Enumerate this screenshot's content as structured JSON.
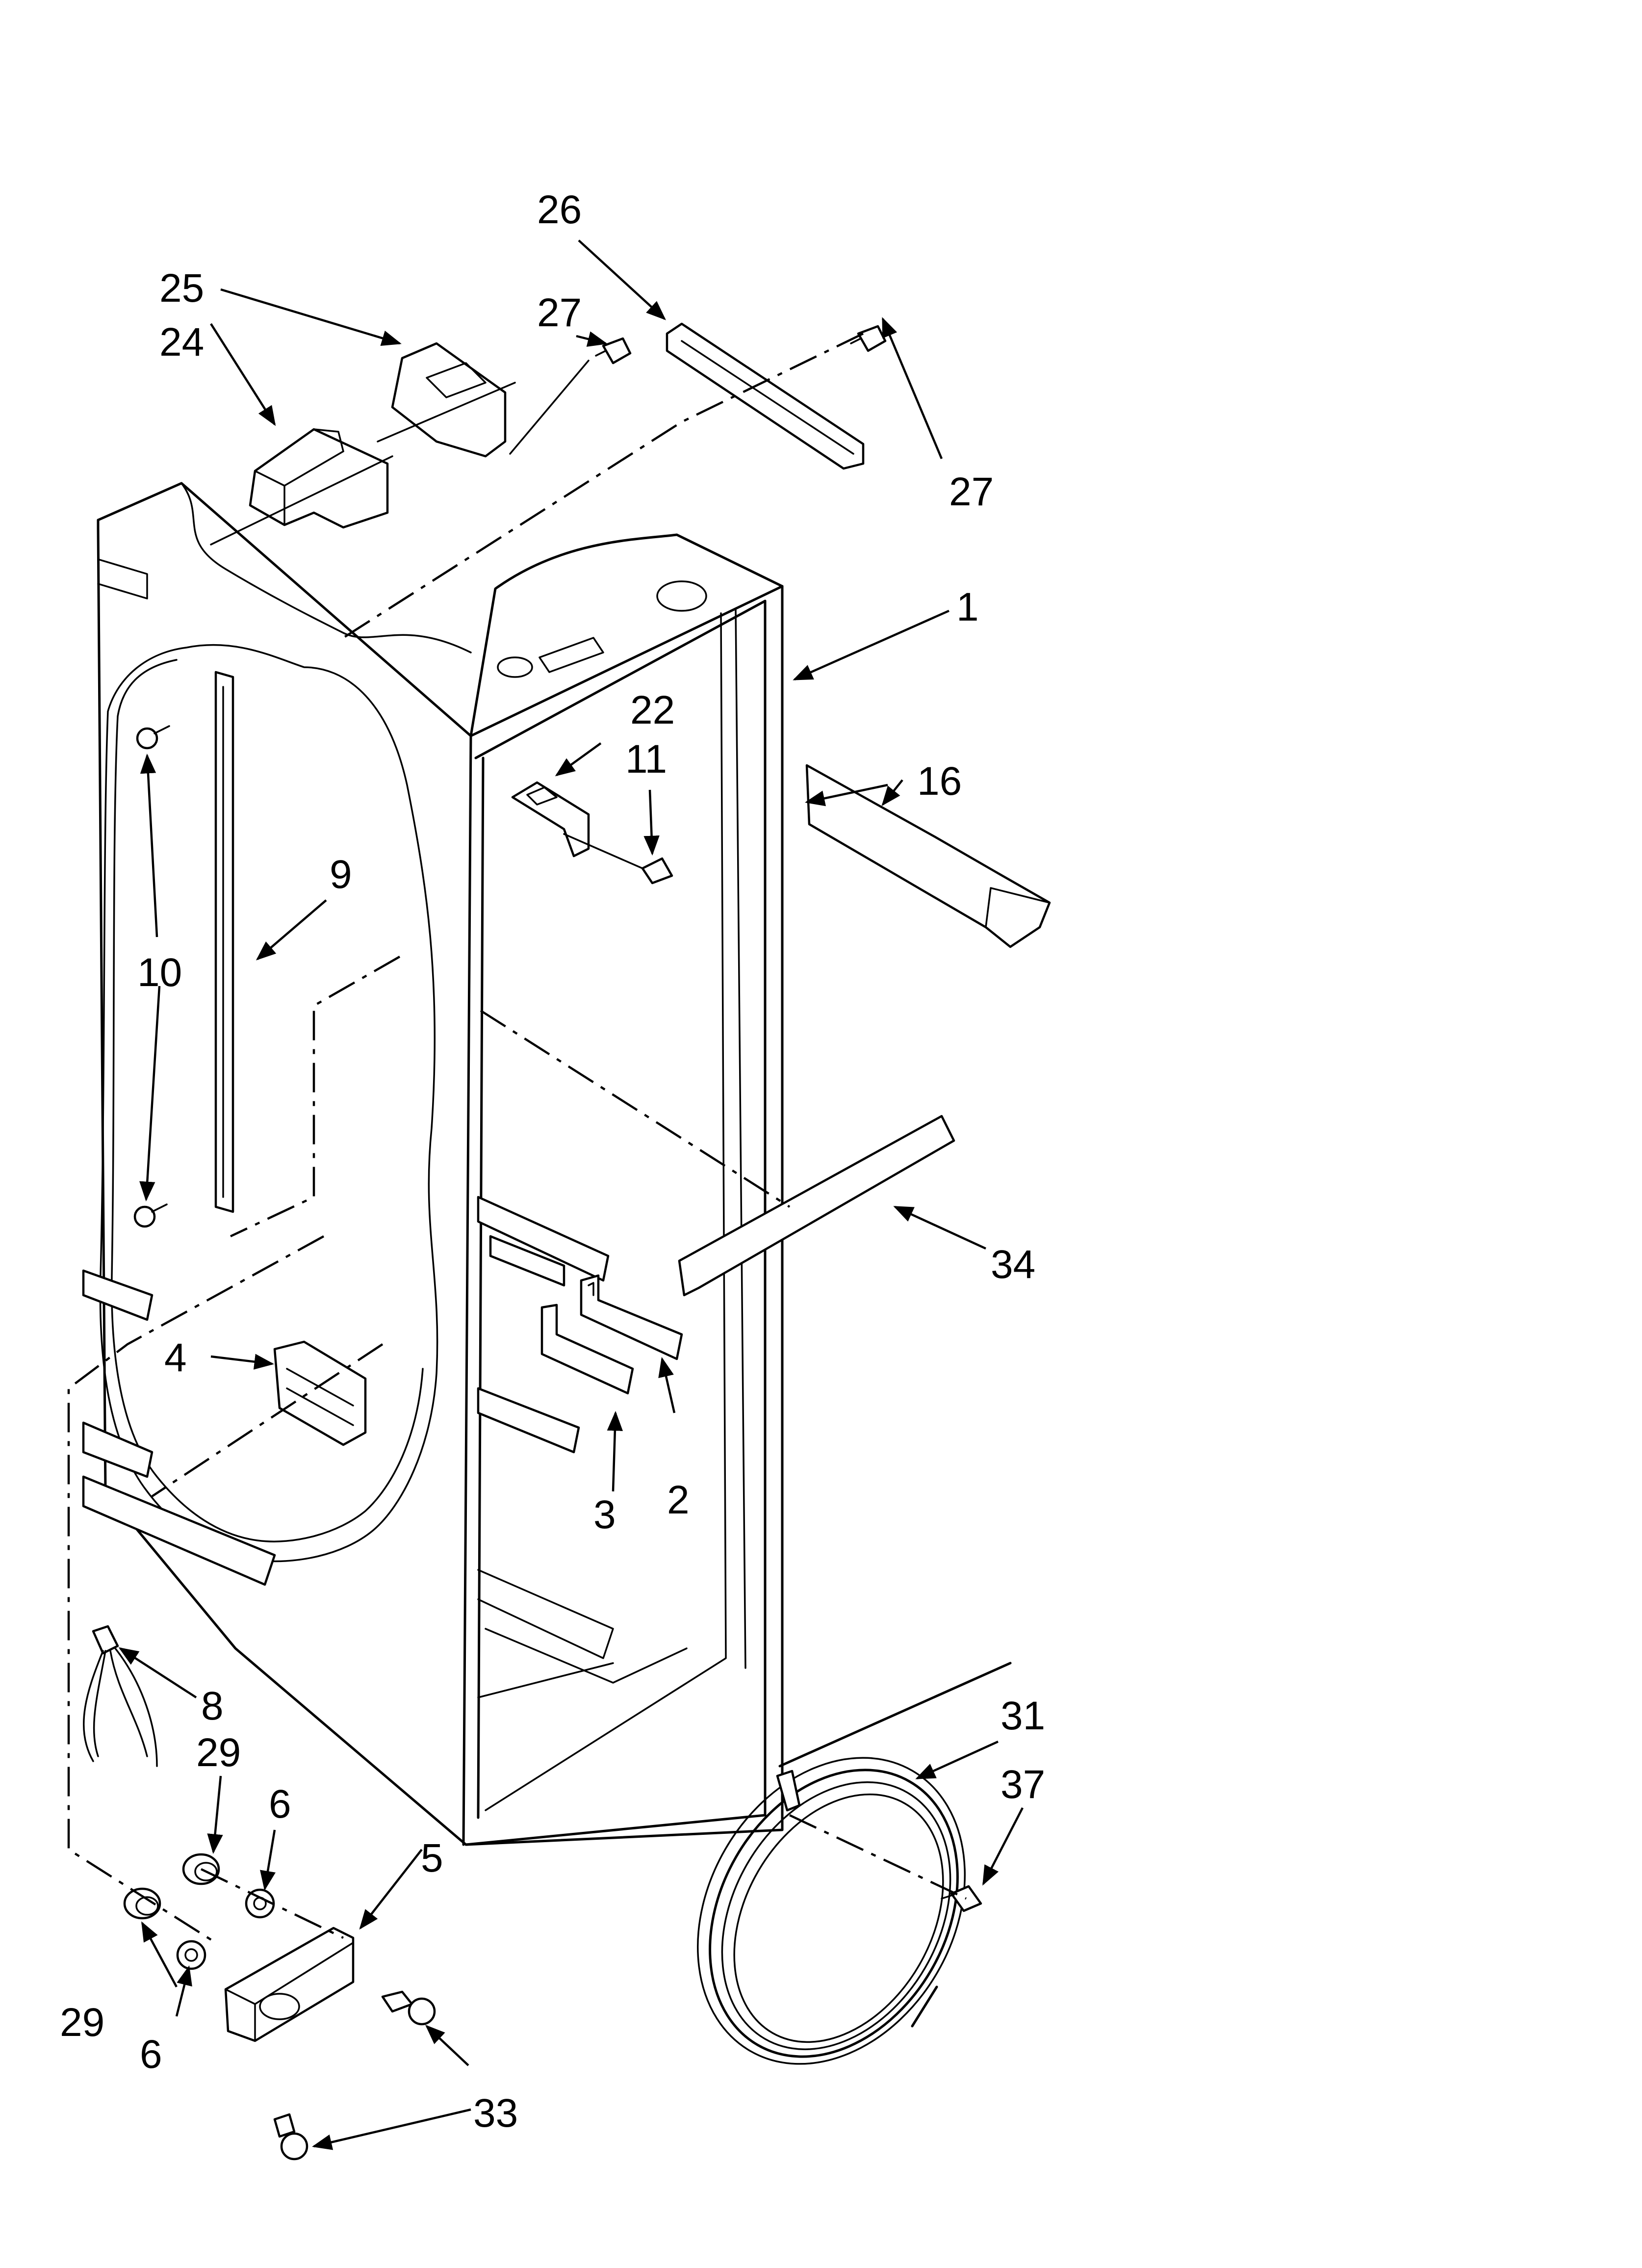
{
  "diagram": {
    "labels": {
      "p1": "1",
      "p2": "2",
      "p3": "3",
      "p4": "4",
      "p5": "5",
      "p6a": "6",
      "p6b": "6",
      "p8": "8",
      "p9": "9",
      "p10": "10",
      "p11": "11",
      "p16": "16",
      "p22": "22",
      "p24": "24",
      "p25": "25",
      "p26": "26",
      "p27a": "27",
      "p27b": "27",
      "p29a": "29",
      "p29b": "29",
      "p31": "31",
      "p33": "33",
      "p34": "34",
      "p37": "37"
    },
    "colors": {
      "ink": "#000000",
      "paper": "#ffffff"
    }
  }
}
